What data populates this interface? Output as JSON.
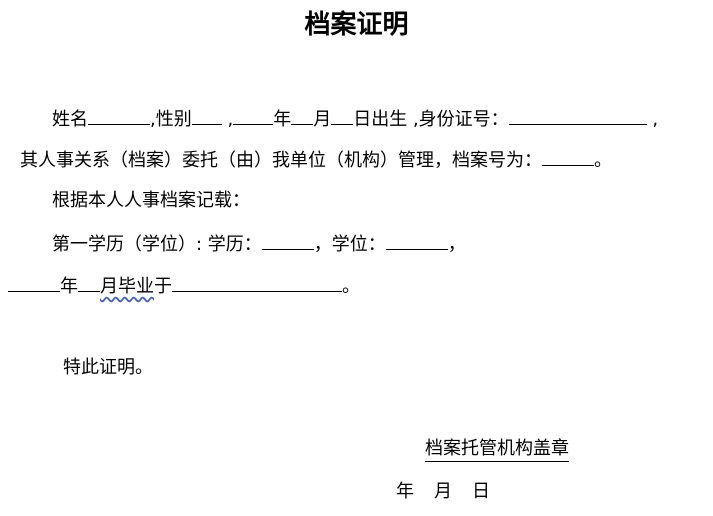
{
  "title": "档案证明",
  "line1": {
    "name_label": "姓名",
    "gender_label": ",性别",
    "comma": ",",
    "year": "年",
    "month": "月",
    "birth_label": "日出生",
    "id_label": ",身份证号：",
    "end": ","
  },
  "line2": {
    "text": "其人事关系（档案）委托（由）我单位（机构）管理，档案号为：",
    "end": "。"
  },
  "line3": {
    "text": "根据本人人事档案记载："
  },
  "line4": {
    "text": "第一学历（学位）: 学历：",
    "degree_label": "，学位：",
    "end": "，"
  },
  "line5": {
    "year": "年",
    "month": "月",
    "grad": "毕业",
    "at": "于",
    "end": "。"
  },
  "certify": "特此证明。",
  "stamp": "档案托管机构盖章",
  "date": {
    "year": "年",
    "month": "月",
    "day": "日"
  }
}
